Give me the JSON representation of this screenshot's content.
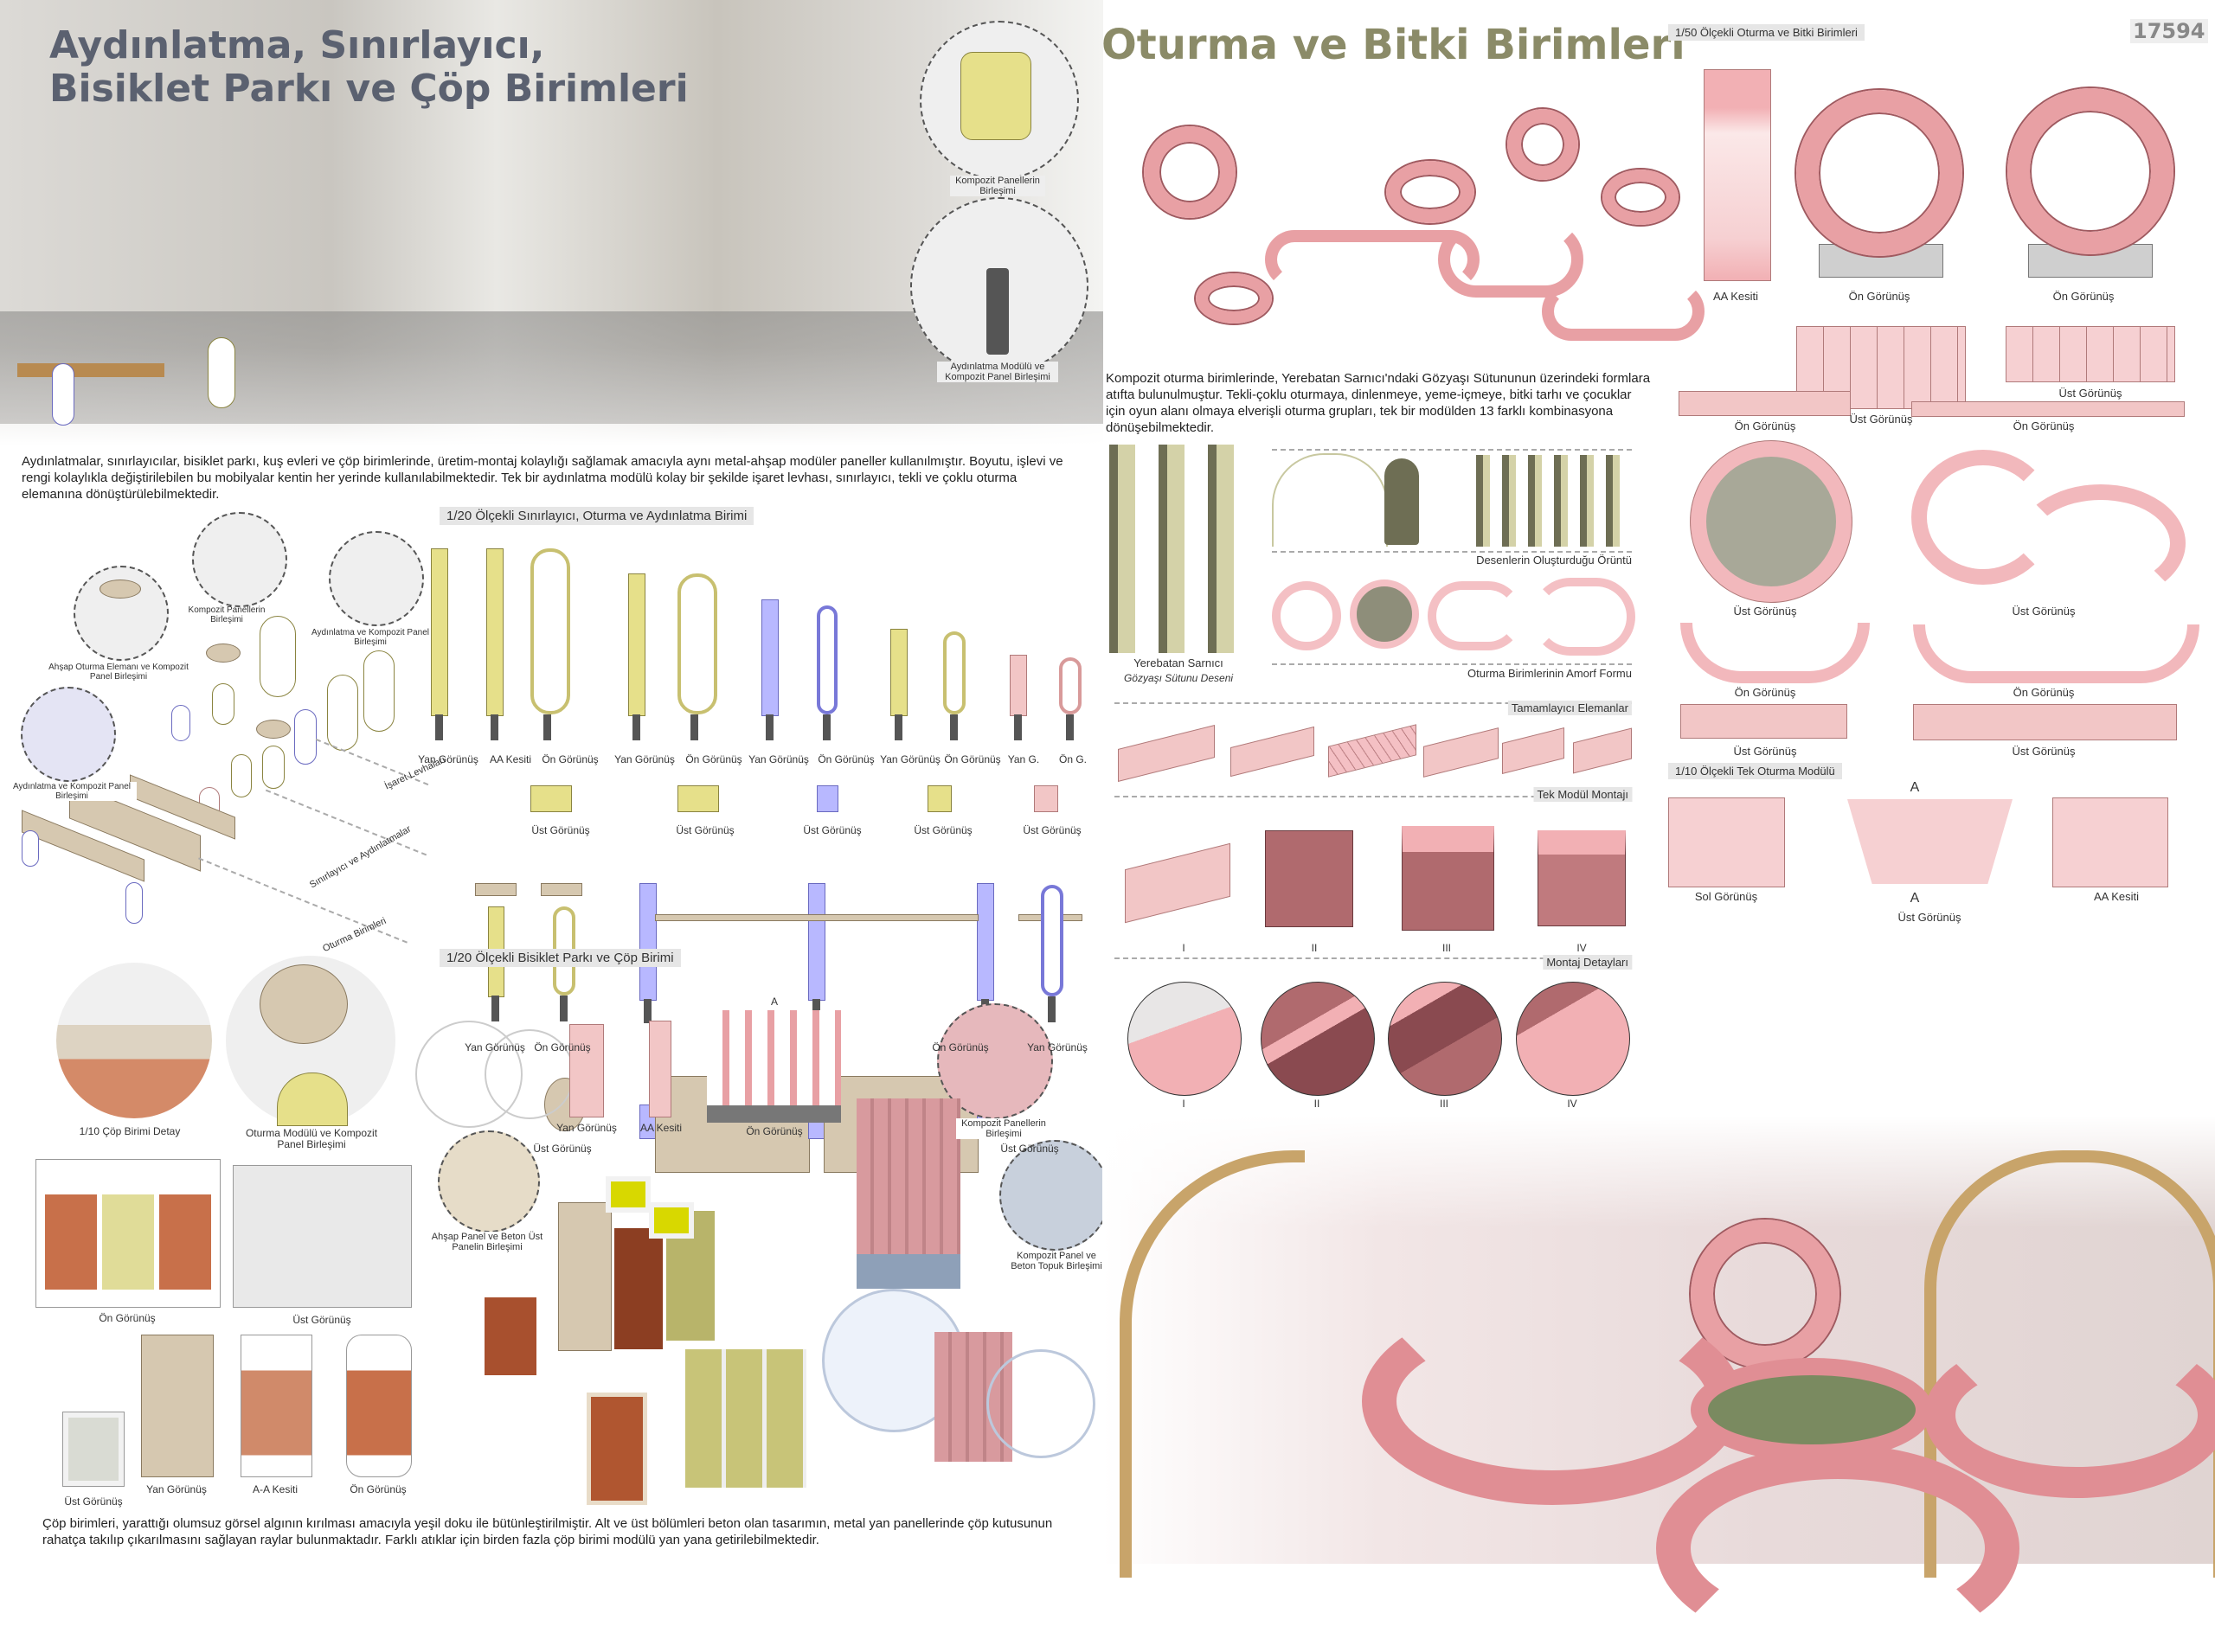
{
  "left": {
    "title_line1": "Aydınlatma, Sınırlayıcı,",
    "title_line2": "Bisiklet Parkı ve Çöp Birimleri",
    "intro": "Aydınlatmalar, sınırlayıcılar, bisiklet parkı, kuş evleri ve çöp birimlerinde, üretim-montaj kolaylığı sağlamak amacıyla aynı metal-ahşap modüler paneller kullanılmıştır.  Boyutu, işlevi ve rengi kolaylıkla değiştirilebilen bu mobilyalar kentin her yerinde kullanılabilmektedir. Tek bir aydınlatma modülü kolay bir şekilde işaret levhası, sınırlayıcı, tekli ve çoklu oturma elemanına dönüştürülebilmektedir.",
    "footer": "Çöp birimleri, yarattığı olumsuz görsel algının kırılması amacıyla yeşil doku ile bütünleştirilmiştir. Alt ve üst bölümleri beton olan tasarımın, metal yan panellerinde çöp kutusunun rahatça takılıp çıkarılmasını sağlayan raylar bulunmaktadır. Farklı atıklar için birden fazla çöp birimi modülü yan yana getirilebilmektedir.",
    "photo_callouts": [
      "Kompozit Panellerin Birleşimi",
      "Aydınlatma Modülü ve Kompozit Panel Birleşimi"
    ],
    "iso_callouts": [
      "Kompozit Panellerin Birleşimi",
      "Aydınlatma ve Kompozit Panel Birleşimi",
      "Ahşap Oturma Elemanı ve Kompozit Panel Birleşimi",
      "Aydınlatma ve Kompozit Panel Birleşimi"
    ],
    "iso_groups": [
      "İşaret Levhaları",
      "Sınırlayıcı ve Aydınlatmalar",
      "Oturma Birimleri"
    ]
  },
  "sections": {
    "s1": "1/20 Ölçekli Sınırlayıcı, Oturma ve Aydınlatma Birimi",
    "s2": "1/20 Ölçekli Bisiklet Parkı ve Çöp Birimi",
    "s3": "1/50 Ölçekli Oturma ve Bitki Birimleri",
    "s4": "1/10 Ölçekli Tek Oturma Modülü"
  },
  "views": {
    "yan": "Yan Görünüş",
    "on": "Ön Görünüş",
    "ust": "Üst Görünüş",
    "aa": "AA Kesiti",
    "aa2": "A-A Kesiti",
    "yan_short": "Yan G.",
    "on_short": "Ön G.",
    "sol": "Sol Görünüş",
    "a_marker": "A"
  },
  "bike_trash": {
    "detail1": "1/10  Çöp Birimi Detay",
    "detail2": "Oturma Modülü ve Kompozit Panel Birleşimi",
    "callout_wood": "Ahşap Panel ve Beton Üst Panelin Birleşimi",
    "callout_panels": "Kompozit Panellerin Birleşimi",
    "callout_concrete": "Kompozit Panel ve Beton Topuk Birleşimi"
  },
  "right": {
    "title": "Oturma ve Bitki Birimleri",
    "board_id": "17594",
    "intro": "Kompozit oturma birimlerinde, Yerebatan Sarnıcı'ndaki Gözyaşı Sütununun üzerindeki formlara atıfta bulunulmuştur. Tekli-çoklu oturmaya, dinlenmeye, yeme-içmeye, bitki tarhı ve çocuklar için oyun alanı olmaya elverişli oturma grupları,  tek bir modülden 13 farklı kombinasyona dönüşebilmektedir.",
    "pattern_name": "Yerebatan Sarnıcı",
    "pattern_sub": "Gözyaşı Sütunu Deseni",
    "pattern_result": "Desenlerin Oluşturduğu Örüntü",
    "amorph": "Oturma Birimlerinin Amorf Formu",
    "complementary": "Tamamlayıcı Elemanlar",
    "module_assembly": "Tek Modül Montajı",
    "assembly_details": "Montaj Detayları",
    "numerals": [
      "I",
      "II",
      "III",
      "IV"
    ]
  },
  "colors": {
    "left_title": "#5b6170",
    "right_title": "#8b8b68",
    "seat_pink": "#e8a0a4",
    "panel_yellow": "#e6e08a",
    "panel_blue": "#b8b8ff"
  }
}
